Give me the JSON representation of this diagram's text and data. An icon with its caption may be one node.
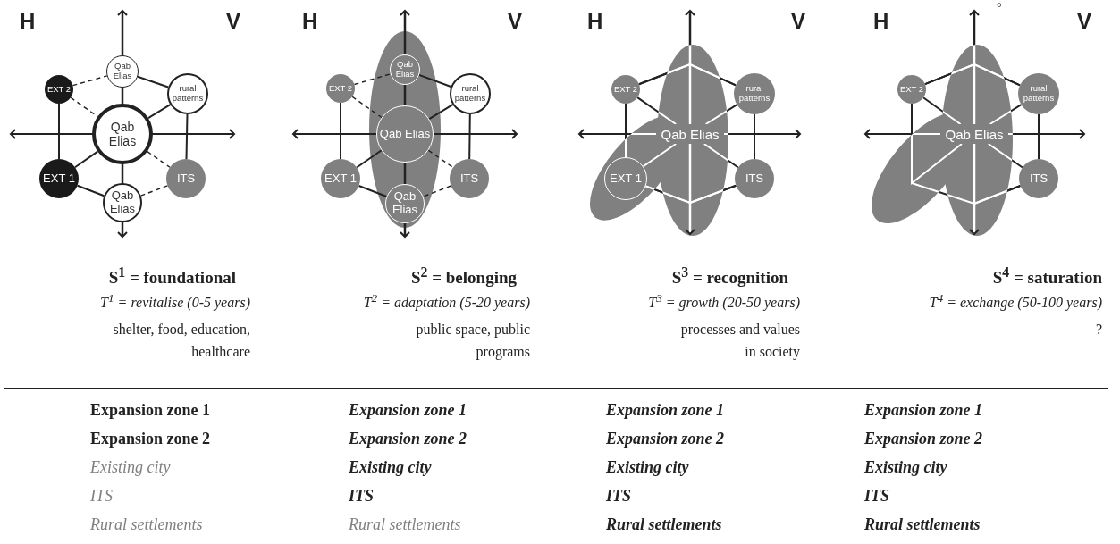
{
  "diagram": {
    "nodes": [
      {
        "text": [
          "Qab Elias"
        ]
      },
      {
        "text": [
          "EXT 2"
        ]
      },
      {
        "text": [
          "rural patterns"
        ]
      },
      {
        "text": [
          "Qab Elias"
        ]
      },
      {
        "text": [
          "EXT 1"
        ]
      },
      {
        "text": [
          "ITS"
        ]
      },
      {
        "text": [
          "Qab Elias"
        ]
      },
      {
        "text": [
          "Qab Elias"
        ]
      },
      {
        "text": [
          "EXT 2"
        ]
      },
      {
        "text": [
          "rural patterns"
        ]
      },
      {
        "text": [
          "Qab Elias"
        ]
      },
      {
        "text": [
          "EXT 1"
        ]
      },
      {
        "text": [
          "ITS"
        ]
      },
      {
        "text": [
          "Qab Elias"
        ]
      },
      {
        "text": [
          "EXT 2"
        ]
      },
      {
        "text": [
          "rural patterns"
        ]
      },
      {
        "text": [
          "Qab Elias"
        ]
      },
      {
        "text": [
          "EXT 1"
        ]
      },
      {
        "text": [
          "ITS"
        ]
      },
      {
        "text": [
          "EXT 2"
        ]
      },
      {
        "text": [
          "rural patterns"
        ]
      },
      {
        "text": [
          "Qab Elias"
        ]
      },
      {
        "text": [
          "ITS"
        ]
      }
    ],
    "edges": [
      {
        "from": 1,
        "to": 0,
        "arrow": "none",
        "style": "dashed"
      },
      {
        "from": 0,
        "to": 2,
        "arrow": "none"
      },
      {
        "from": 0,
        "to": 3,
        "arrow": "none"
      },
      {
        "from": 1,
        "to": 3,
        "arrow": "none",
        "style": "dashed"
      },
      {
        "from": 2,
        "to": 3,
        "arrow": "none"
      },
      {
        "from": 1,
        "to": 4,
        "arrow": "none"
      },
      {
        "from": 2,
        "to": 5,
        "arrow": "none"
      },
      {
        "from": 3,
        "to": 4,
        "arrow": "none"
      },
      {
        "from": 3,
        "to": 5,
        "arrow": "none",
        "style": "dashed"
      },
      {
        "from": 3,
        "to": 6,
        "arrow": "none"
      },
      {
        "from": 4,
        "to": 6,
        "arrow": "none"
      },
      {
        "from": 5,
        "to": 6,
        "arrow": "none",
        "style": "dashed"
      },
      {
        "from": 8,
        "to": 7,
        "arrow": "none",
        "style": "dashed"
      },
      {
        "from": 7,
        "to": 9,
        "arrow": "none"
      },
      {
        "from": 7,
        "to": 10,
        "arrow": "none"
      },
      {
        "from": 8,
        "to": 10,
        "arrow": "none",
        "style": "dashed"
      },
      {
        "from": 9,
        "to": 10,
        "arrow": "none"
      },
      {
        "from": 8,
        "to": 11,
        "arrow": "none"
      },
      {
        "from": 9,
        "to": 12,
        "arrow": "none"
      },
      {
        "from": 10,
        "to": 11,
        "arrow": "none"
      },
      {
        "from": 10,
        "to": 12,
        "arrow": "none",
        "style": "dashed"
      },
      {
        "from": 10,
        "to": 13,
        "arrow": "none"
      },
      {
        "from": 11,
        "to": 13,
        "arrow": "none"
      },
      {
        "from": 12,
        "to": 13,
        "arrow": "none",
        "style": "dashed"
      },
      {
        "from": 14,
        "to": 15,
        "arrow": "none"
      },
      {
        "from": 14,
        "to": 16,
        "arrow": "none"
      },
      {
        "from": 15,
        "to": 16,
        "arrow": "none"
      },
      {
        "from": 14,
        "to": 16,
        "arrow": "none"
      },
      {
        "from": 15,
        "to": 16,
        "arrow": "none"
      },
      {
        "from": 14,
        "to": 17,
        "arrow": "none"
      },
      {
        "from": 15,
        "to": 18,
        "arrow": "none"
      },
      {
        "from": 16,
        "to": 17,
        "arrow": "none"
      },
      {
        "from": 16,
        "to": 18,
        "arrow": "none"
      },
      {
        "from": 17,
        "to": 18,
        "arrow": "none"
      },
      {
        "from": 17,
        "to": 16,
        "arrow": "none"
      },
      {
        "from": 18,
        "to": 16,
        "arrow": "none"
      },
      {
        "from": 19,
        "to": 20,
        "arrow": "none"
      },
      {
        "from": 19,
        "to": 21,
        "arrow": "none"
      },
      {
        "from": 20,
        "to": 21,
        "arrow": "none"
      },
      {
        "from": 19,
        "to": 21,
        "arrow": "none"
      },
      {
        "from": 20,
        "to": 21,
        "arrow": "none"
      },
      {
        "from": 20,
        "to": 22,
        "arrow": "none"
      },
      {
        "from": 21,
        "to": 22,
        "arrow": "none"
      },
      {
        "from": 19,
        "to": 21,
        "arrow": "none"
      },
      {
        "from": 19,
        "to": 22,
        "arrow": "none"
      },
      {
        "from": 22,
        "to": 21,
        "arrow": "none"
      }
    ],
    "labels": [
      "H",
      "V",
      "H",
      "V",
      "H",
      "V",
      "°",
      "H",
      "V",
      "S$^{1}$ = foundational",
      "S$^{2}$ = belonging",
      "S$^{3}$ = recognition",
      "S$^{4}$ = saturation",
      "T$^{1}$ = revitalise (0-5 years)",
      "T$^{2}$ = adaptation (5-20 years)",
      "T$^{3}$ = growth (20-50 years)",
      "T$^{4}$ = exchange (50-100 years)",
      "shelter, food, education, healthcare",
      "public space, public programs",
      "processes and values in society",
      "?",
      "Expansion zone 1",
      "Expansion zone 1",
      "Expansion zone 1",
      "Expansion zone 1",
      "Expansion zone 2",
      "Expansion zone 2",
      "Expansion zone 2",
      "Expansion zone 2",
      "Existing city",
      "Existing city",
      "Existing city",
      "Existing city",
      "ITS",
      "ITS",
      "ITS",
      "ITS",
      "Rural settlements",
      "Rural settlements",
      "Rural settlements",
      "Rural settlements"
    ]
  }
}
